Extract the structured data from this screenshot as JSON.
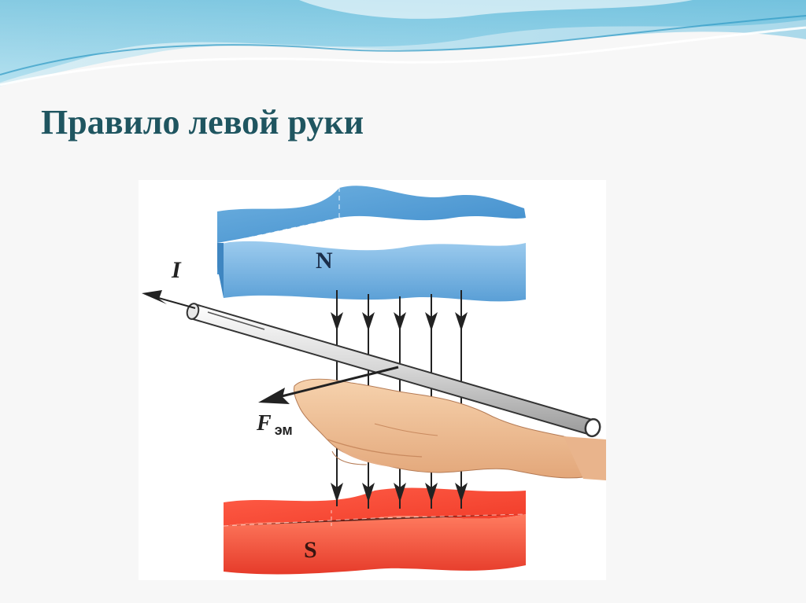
{
  "slide": {
    "title": "Правило левой руки"
  },
  "figure": {
    "magnet_top_label": "N",
    "magnet_bottom_label": "S",
    "current_label": "I",
    "force_label_main": "F",
    "force_label_sub": "эм"
  },
  "colors": {
    "title": "#1f5560",
    "magnet_n": "#6aaedc",
    "magnet_s": "#f0503c",
    "field_lines": "#222222",
    "hand": "#f0c49a",
    "wave": "#5bb7d8"
  },
  "icons": {
    "field_arrow": "down-arrow-icon",
    "current_arrow": "left-arrow-icon",
    "force_arrow": "left-arrow-icon"
  }
}
